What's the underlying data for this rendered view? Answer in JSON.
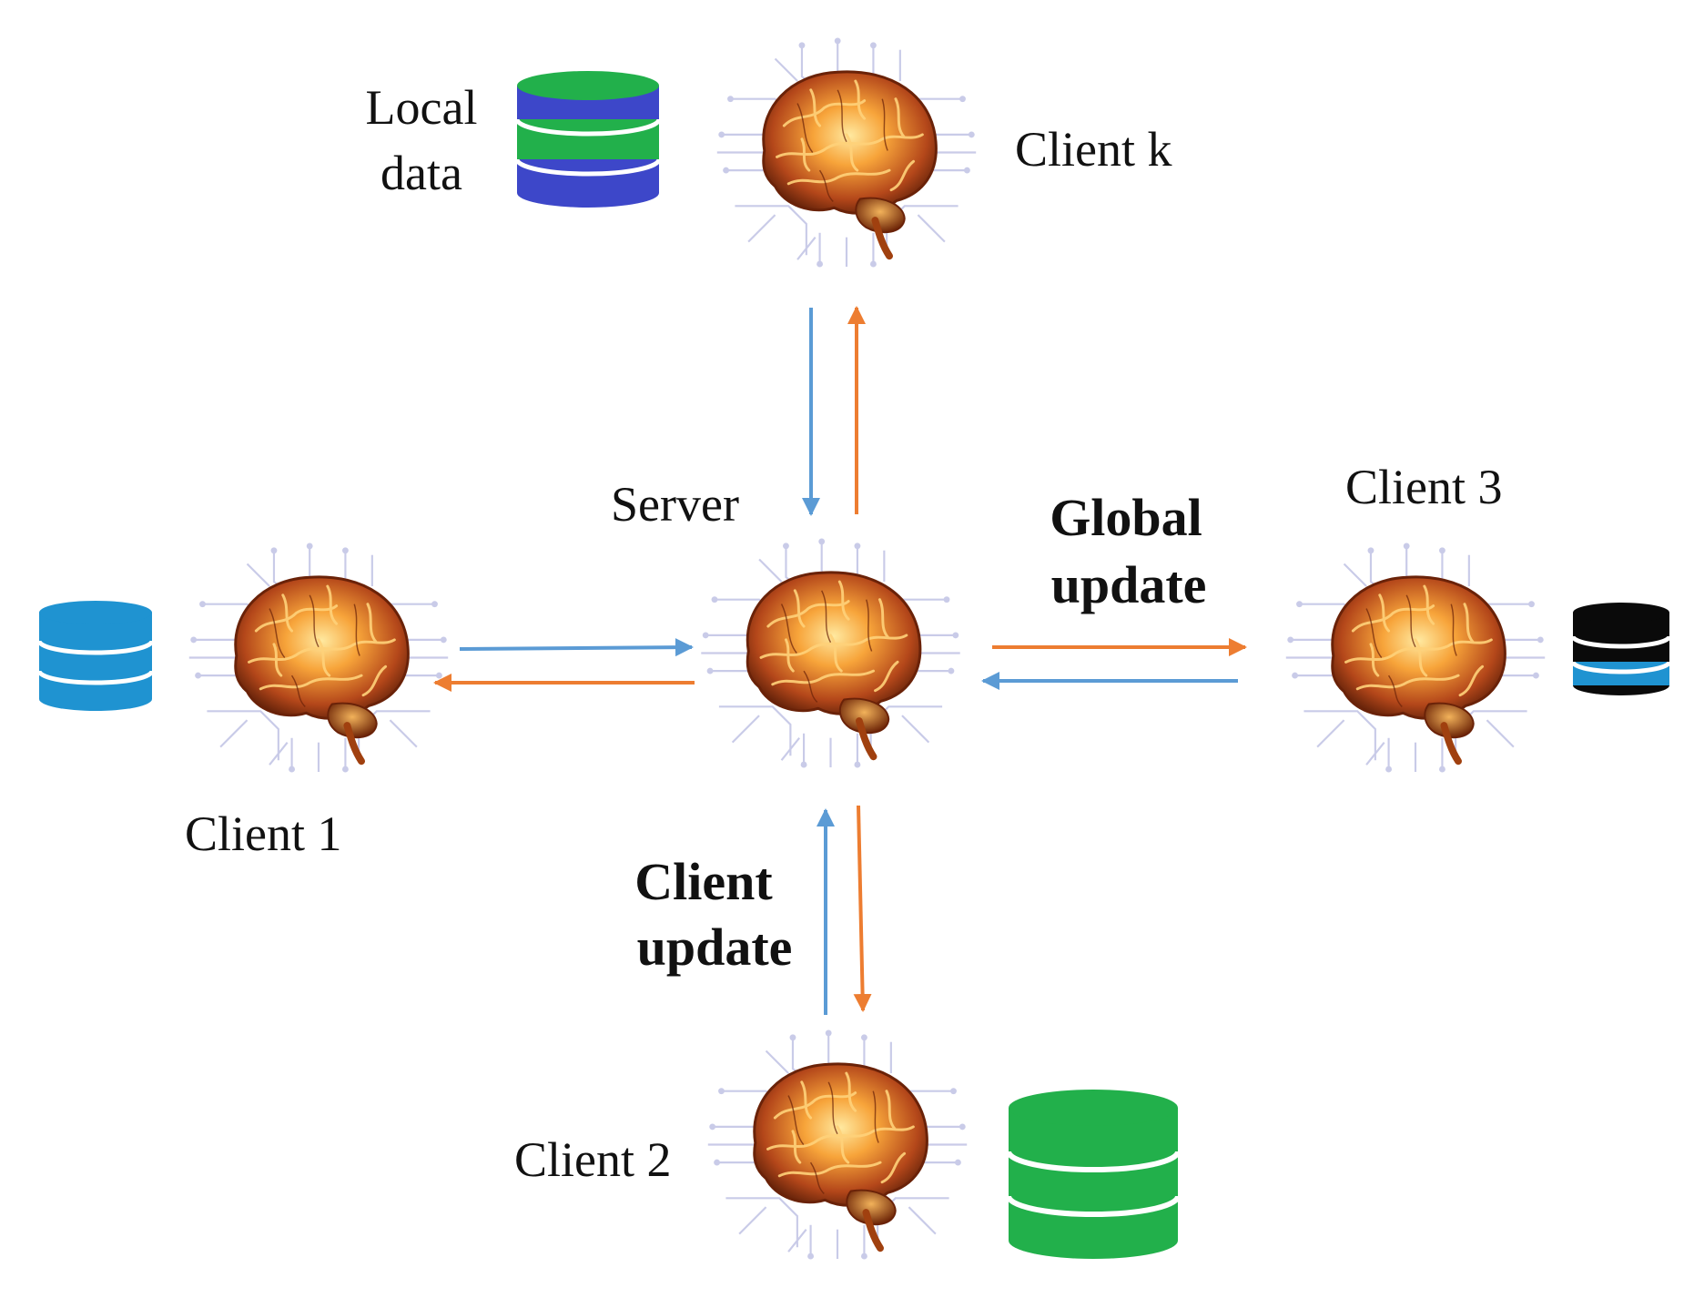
{
  "colors": {
    "to_client_arrow": "#ed7d31",
    "to_server_arrow": "#5b9bd5",
    "db_blue": "#3d47c9",
    "db_green": "#22b04b",
    "db_lightblue": "#1f93d1",
    "db_black": "#0a0a0a",
    "brain_glow": "#f7a43a",
    "brain_dark": "#7a2a0a",
    "circuit": "#c9cbe8"
  },
  "nodes": {
    "client_k": {
      "label": "Client  k",
      "data_label_line1": "Local",
      "data_label_line2": "data",
      "database_icon": "database-blue-green-icon"
    },
    "server": {
      "label": "Server"
    },
    "client_1": {
      "label": "Client  1",
      "database_icon": "database-lightblue-icon"
    },
    "client_2": {
      "label": "Client  2",
      "database_icon": "database-green-icon"
    },
    "client_3": {
      "label": "Client  3",
      "database_icon": "database-black-lightblue-icon"
    }
  },
  "annotations": {
    "global_update_line1": "Global",
    "global_update_line2": "update",
    "client_update_line1": "Client",
    "client_update_line2": "update"
  },
  "icons": [
    "brain-circuit-icon",
    "database-icon",
    "arrow-icon"
  ]
}
